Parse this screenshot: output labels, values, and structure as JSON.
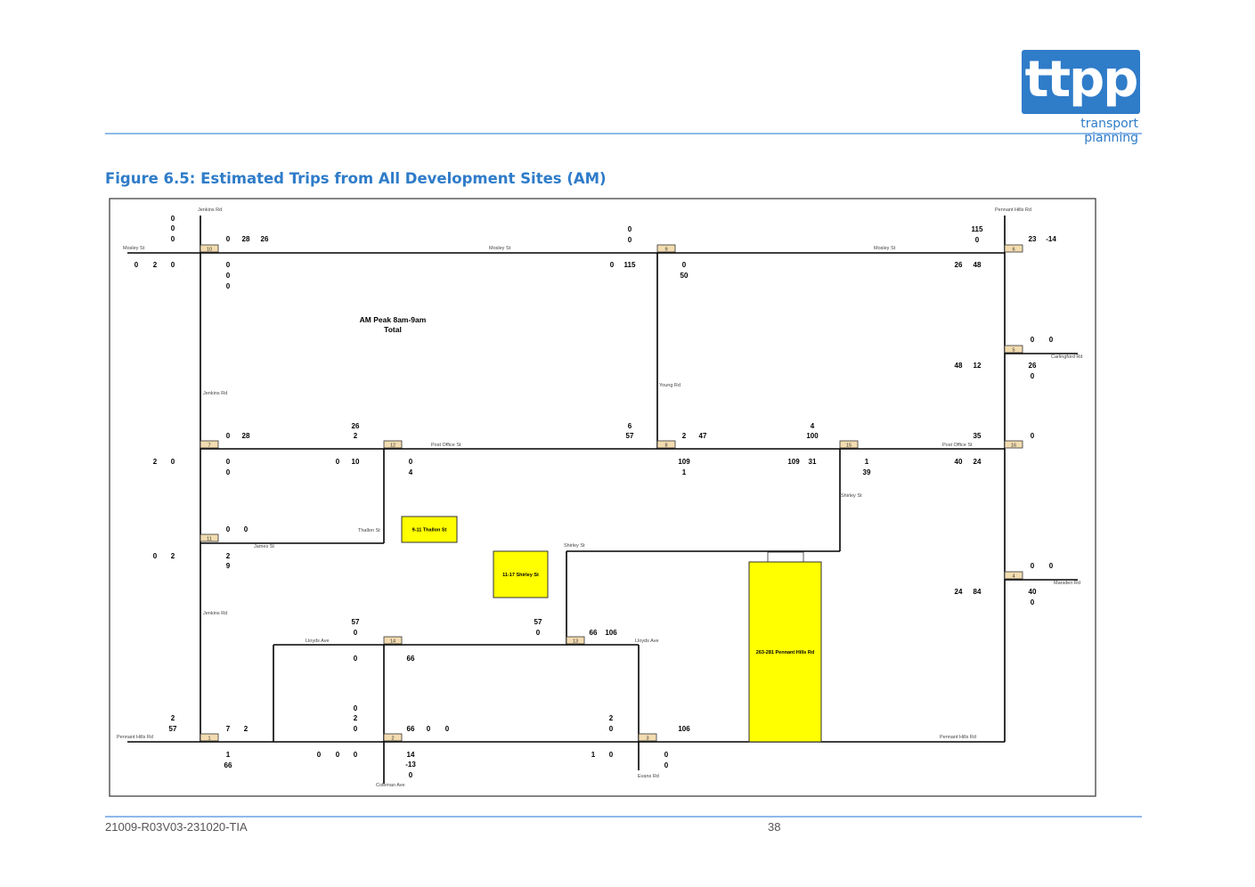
{
  "header": {
    "logo_text": "ttpp",
    "logo_tagline": "transport planning",
    "figure_title": "Figure 6.5: Estimated Trips from All Development Sites (AM)"
  },
  "footer": {
    "doc_ref": "21009-R03V03-231020-TIA",
    "page_number": "38"
  },
  "colors": {
    "brand_blue": "#2f7cc9",
    "site_yellow": "#ffff00",
    "node_fill": "#f2dcb0",
    "road_line": "#000000"
  },
  "diagram": {
    "period_title": "AM Peak 8am-9am",
    "period_subtitle": "Total",
    "road_labels": [
      "Jenkins Rd",
      "Pennant Hills Rd",
      "Mosley St",
      "Mosley St",
      "Mosley St",
      "Jenkins Rd",
      "Young Rd",
      "Post Office St",
      "Post Office St",
      "Carlingford Rd",
      "Thallon St",
      "James St",
      "Shirley St",
      "Shirley St",
      "Jenkins Rd",
      "Lloyds Ave",
      "Lloyds Ave",
      "Marsden Rd",
      "Pennant Hills Rd",
      "Pennant Hills Rd",
      "Coleman Ave",
      "Evans Rd"
    ],
    "intersections": [
      "10",
      "9",
      "6",
      "5",
      "7",
      "12",
      "8",
      "15",
      "16",
      "11",
      "4",
      "14",
      "13",
      "1",
      "2",
      "3"
    ],
    "sites": [
      "9-11 Thallon St",
      "11-17 Shirley St",
      "263-281 Pennant Hills Rd"
    ],
    "volumes": [
      "0",
      "0",
      "0",
      "0",
      "28",
      "26",
      "0",
      "2",
      "0",
      "0",
      "0",
      "0",
      "0",
      "0",
      "0",
      "115",
      "0",
      "50",
      "115",
      "0",
      "23",
      "-14",
      "26",
      "48",
      "0",
      "0",
      "48",
      "12",
      "26",
      "0",
      "0",
      "28",
      "2",
      "0",
      "0",
      "0",
      "26",
      "2",
      "0",
      "10",
      "0",
      "4",
      "6",
      "57",
      "2",
      "47",
      "109",
      "1",
      "4",
      "100",
      "109",
      "31",
      "1",
      "39",
      "35",
      "0",
      "40",
      "24",
      "0",
      "0",
      "0",
      "2",
      "2",
      "9",
      "0",
      "0",
      "24",
      "84",
      "40",
      "0",
      "57",
      "0",
      "0",
      "66",
      "57",
      "0",
      "66",
      "106",
      "2",
      "57",
      "7",
      "2",
      "1",
      "66",
      "0",
      "2",
      "0",
      "66",
      "0",
      "0",
      "0",
      "0",
      "0",
      "14",
      "-13",
      "0",
      "2",
      "0",
      "106",
      "1",
      "0",
      "0",
      "0"
    ]
  }
}
